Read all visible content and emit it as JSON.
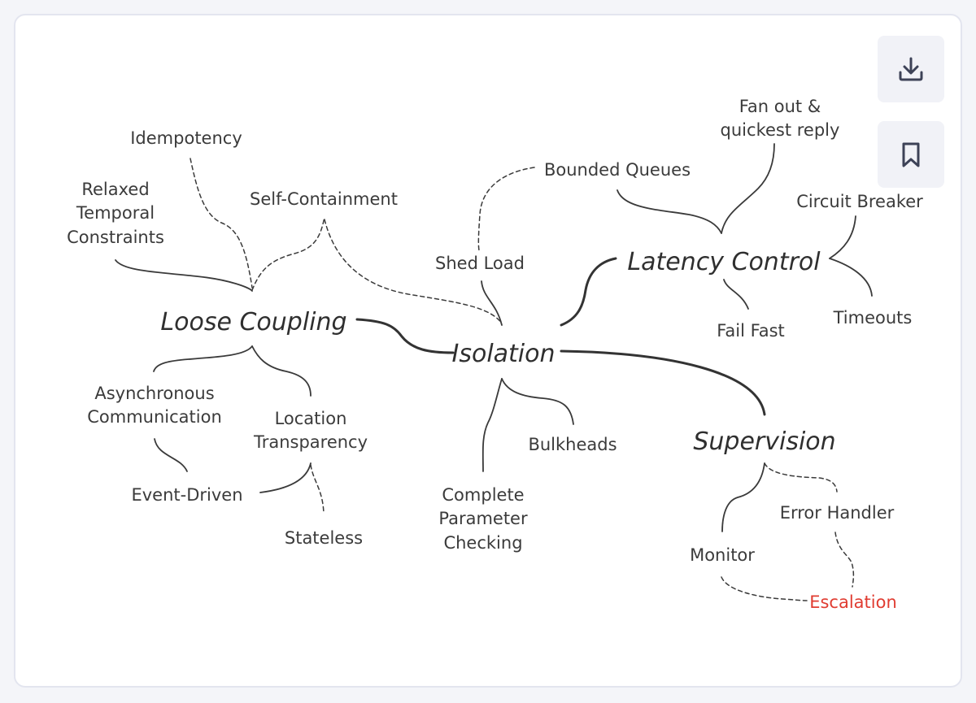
{
  "toolbar": {
    "download_icon": "download-icon",
    "bookmark_icon": "bookmark-icon"
  },
  "colors": {
    "accent": "#e03c31",
    "text": "#3b3b3b",
    "background": "#f4f5f9"
  },
  "mindmap": {
    "center": "Isolation",
    "branches": {
      "loose_coupling": {
        "label": "Loose Coupling",
        "idempotency": "Idempotency",
        "relaxed_temporal": [
          "Relaxed",
          "Temporal",
          "Constraints"
        ],
        "self_containment": "Self-Containment",
        "async_comm": [
          "Asynchronous",
          "Communication"
        ],
        "location_transparency": [
          "Location",
          "Transparency"
        ],
        "event_driven": "Event-Driven",
        "stateless": "Stateless"
      },
      "latency_control": {
        "label": "Latency Control",
        "fan_out": [
          "Fan out &",
          "quickest reply"
        ],
        "bounded_queues": "Bounded Queues",
        "circuit_breaker": "Circuit Breaker",
        "fail_fast": "Fail Fast",
        "timeouts": "Timeouts"
      },
      "isolation_children": {
        "shed_load": "Shed Load",
        "bulkheads": "Bulkheads",
        "param_checking": [
          "Complete",
          "Parameter",
          "Checking"
        ]
      },
      "supervision": {
        "label": "Supervision",
        "error_handler": "Error Handler",
        "monitor": "Monitor",
        "escalation": "Escalation"
      }
    }
  }
}
